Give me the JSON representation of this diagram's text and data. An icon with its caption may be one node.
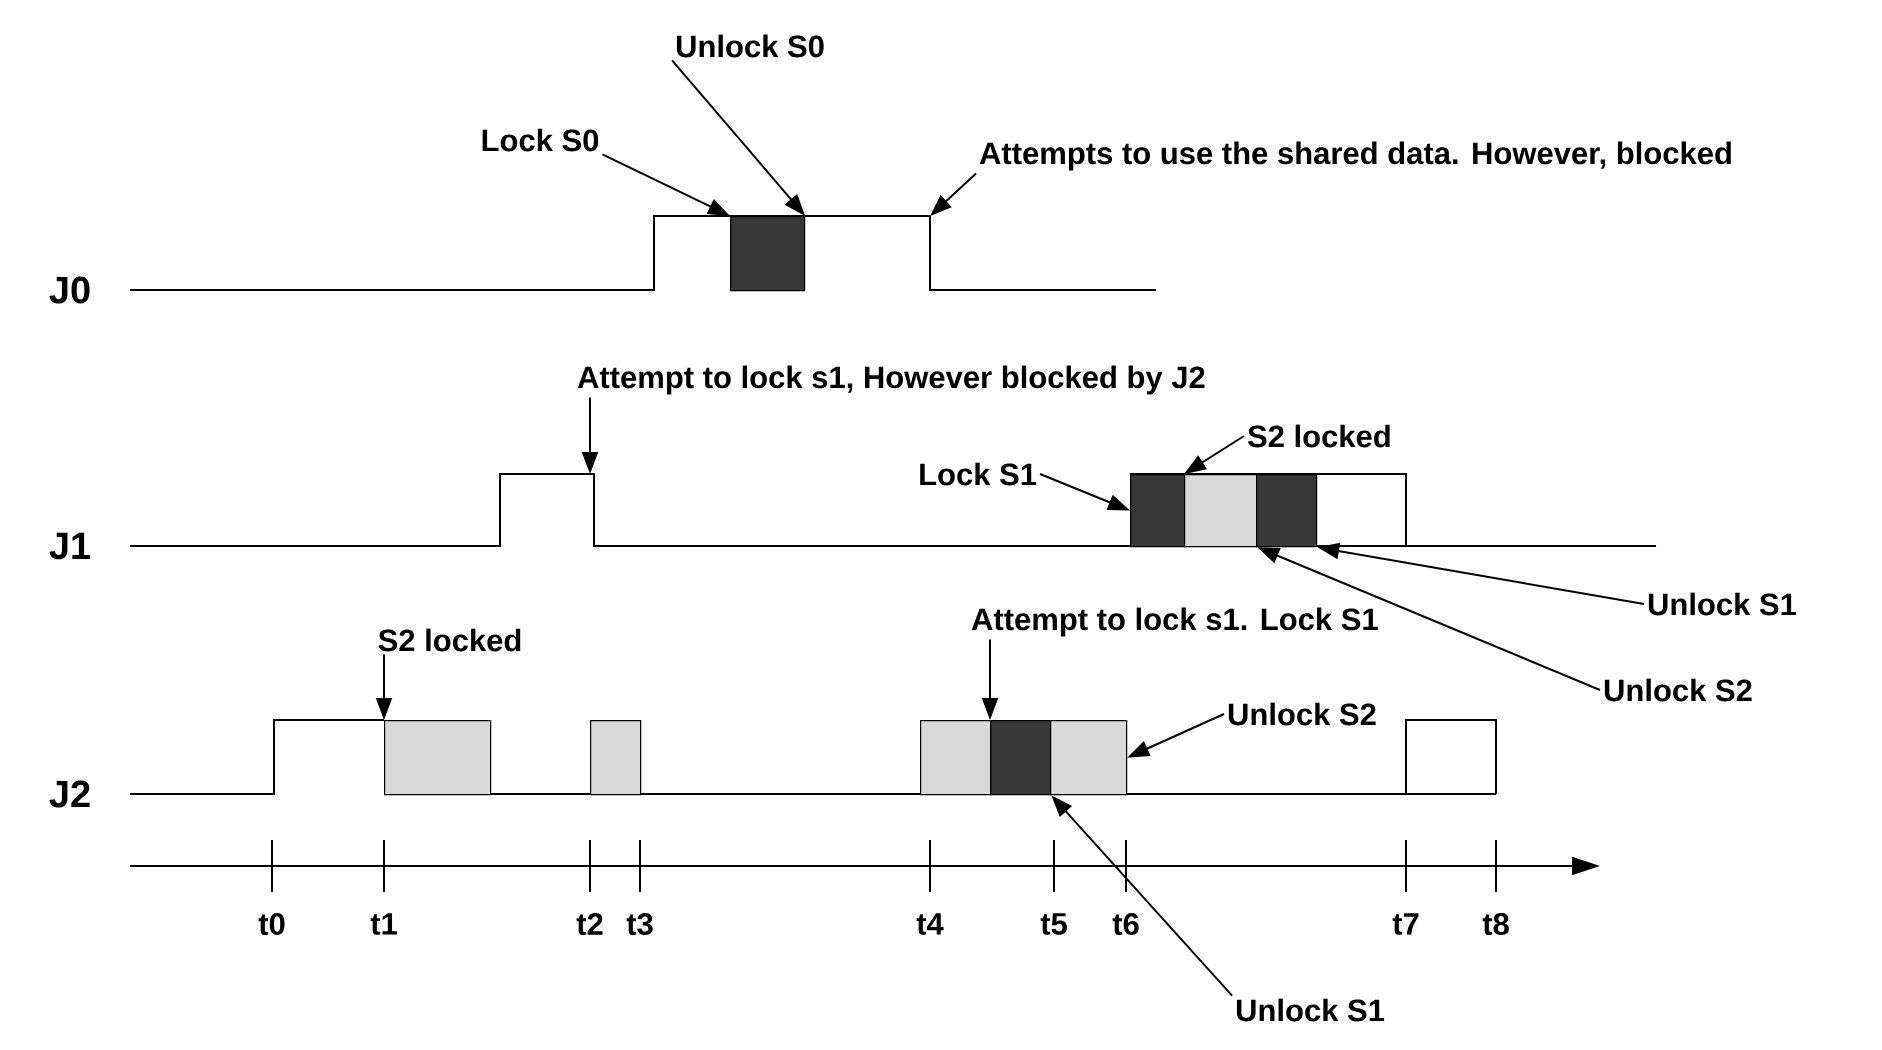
{
  "diagram": {
    "nodes": [
      {
        "text": [
          "Unlock S0"
        ]
      },
      {
        "text": [
          "Lock S0"
        ]
      },
      {
        "text": [
          "Attempts to use the shared data. However, blocked"
        ]
      },
      {
        "text": [],
        "shape": "box"
      },
      {
        "text": [
          "Attempt to lock s1, However blocked by J2"
        ]
      },
      {
        "text": [
          "S2 locked"
        ]
      },
      {
        "text": [
          "Lock S1"
        ]
      },
      {
        "text": [],
        "shape": "box"
      },
      {
        "text": [],
        "shape": "box"
      },
      {
        "text": [],
        "shape": "box"
      },
      {
        "text": [
          "Unlock S1"
        ]
      },
      {
        "text": [
          "Unlock S2"
        ]
      },
      {
        "text": [
          "S2 locked"
        ]
      },
      {
        "text": [
          "Attempt to lock s1. Lock S1"
        ]
      },
      {
        "text": [],
        "shape": "box"
      },
      {
        "text": [],
        "shape": "box"
      },
      {
        "text": [],
        "shape": "box"
      },
      {
        "text": [
          "Unlock S2"
        ]
      },
      {
        "text": [
          "Unlock S1"
        ]
      },
      {
        "text": [],
        "shape": "box"
      },
      {
        "text": [],
        "shape": "box"
      }
    ],
    "edges": [
      {
        "from": 1,
        "to": 3,
        "arrow": "to"
      },
      {
        "from": 0,
        "to": 3,
        "arrow": "to"
      },
      {
        "from": 2,
        "to": null,
        "arrow": "to"
      },
      {
        "from": 4,
        "to": null,
        "arrow": "to"
      },
      {
        "from": 6,
        "to": 7,
        "arrow": "to"
      },
      {
        "from": 5,
        "to": 8,
        "arrow": "to"
      },
      {
        "from": 10,
        "to": 9,
        "arrow": "to"
      },
      {
        "from": 11,
        "to": 8,
        "arrow": "to"
      },
      {
        "from": 12,
        "to": 14,
        "arrow": "to"
      },
      {
        "from": 13,
        "to": 15,
        "arrow": "to"
      },
      {
        "from": 17,
        "to": 16,
        "arrow": "to"
      },
      {
        "from": 18,
        "to": 15,
        "arrow": "to"
      }
    ],
    "labels": [
      "J0",
      "J1",
      "J2",
      "t0",
      "t1",
      "t2",
      "t3",
      "t4",
      "t5",
      "t6",
      "t7",
      "t8"
    ]
  }
}
